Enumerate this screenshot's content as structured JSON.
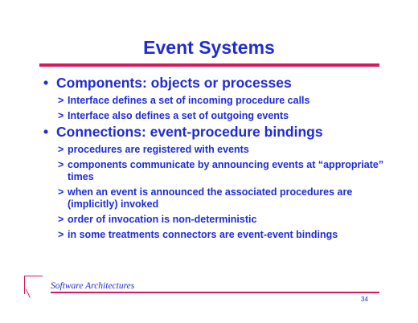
{
  "slide": {
    "title": "Event Systems",
    "bullets": [
      {
        "text": "Components: objects or processes",
        "subitems": [
          "Interface defines a set of incoming procedure calls",
          "Interface also defines a set of outgoing events"
        ]
      },
      {
        "text": "Connections: event-procedure bindings",
        "subitems": [
          " procedures are registered with events",
          "components communicate by announcing events at “appropriate” times",
          "when an event is announced the associated procedures are (implicitly) invoked",
          "order of invocation is non-deterministic",
          "in some treatments connectors are event-event bindings"
        ]
      }
    ]
  },
  "footer": {
    "label": "Software Architectures",
    "page_number": "34"
  },
  "colors": {
    "text": "#1f2bd8",
    "accent": "#d31b5e",
    "background": "#ffffff"
  }
}
